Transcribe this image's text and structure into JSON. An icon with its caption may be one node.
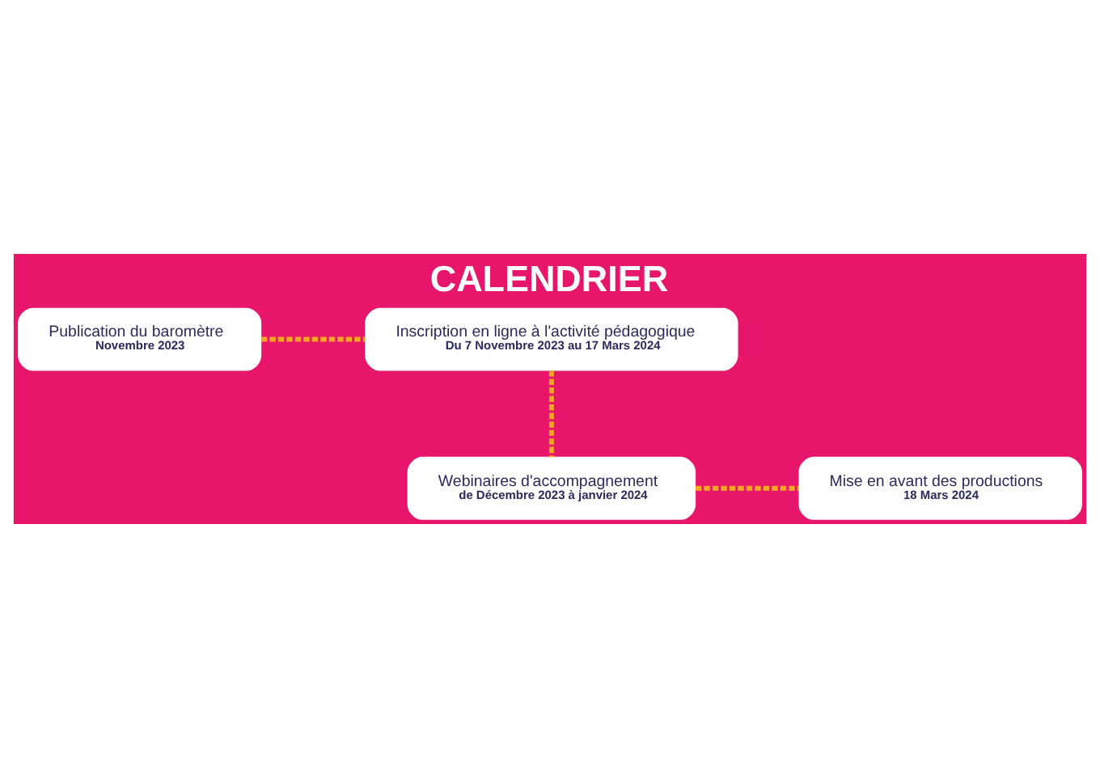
{
  "diagram": {
    "title": "CALENDRIER",
    "nodes": [
      {
        "text": [
          "Publication du baromètre",
          "Novembre 2023"
        ]
      },
      {
        "text": [
          "Inscription en ligne à l'activité pédagogique",
          "Du 7 Novembre 2023 au 17 Mars 2024"
        ]
      },
      {
        "text": [
          "Webinaires d'accompagnement",
          "de Décembre 2023 à janvier 2024"
        ]
      },
      {
        "text": [
          "Mise en avant des productions",
          "18 Mars 2024"
        ]
      }
    ],
    "edges": [
      {
        "from": 0,
        "to": 1,
        "arrow": "none",
        "style": "dashed"
      },
      {
        "from": 1,
        "to": 2,
        "arrow": "none",
        "style": "dashed"
      },
      {
        "from": 2,
        "to": 3,
        "arrow": "none",
        "style": "dashed"
      }
    ]
  }
}
